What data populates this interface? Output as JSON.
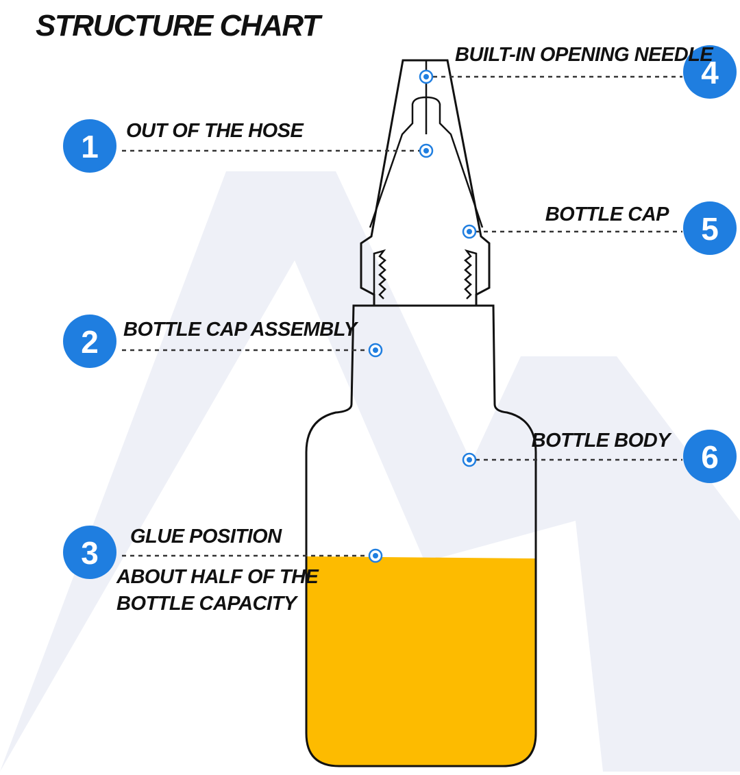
{
  "title": "STRUCTURE CHART",
  "colors": {
    "badge": "#1f7ee0",
    "glue": "#fdbb00",
    "outline": "#111111",
    "watermark": "#eef0f7",
    "dot": "#1f7ee0"
  },
  "callouts": [
    {
      "number": "1",
      "lines": [
        "OUT OF THE HOSE"
      ]
    },
    {
      "number": "2",
      "lines": [
        "BOTTLE CAP ASSEMBLY"
      ]
    },
    {
      "number": "3",
      "lines": [
        "GLUE POSITION"
      ],
      "sublines": [
        "ABOUT HALF OF THE",
        "BOTTLE CAPACITY"
      ]
    },
    {
      "number": "4",
      "lines": [
        "BUILT-IN OPENING NEEDLE"
      ]
    },
    {
      "number": "5",
      "lines": [
        "BOTTLE CAP"
      ]
    },
    {
      "number": "6",
      "lines": [
        "BOTTLE BODY"
      ]
    }
  ],
  "glue_fill_fraction": 0.5
}
